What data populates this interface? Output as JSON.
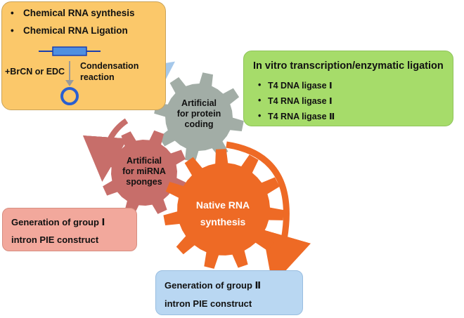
{
  "chemical_box": {
    "bullet": "•",
    "items": [
      "Chemical RNA synthesis",
      "Chemical RNA Ligation"
    ],
    "reagent": "+BrCN or EDC",
    "reaction_line1": "Condensation",
    "reaction_line2": "reaction"
  },
  "vitro_box": {
    "title": "In vitro transcription/enzymatic ligation",
    "bullet": "•",
    "items": [
      "T4 DNA ligase Ⅰ",
      "T4 RNA ligase Ⅰ",
      "T4 RNA ligase Ⅱ"
    ]
  },
  "gears": {
    "protein": [
      "Artificial",
      "for protein",
      "coding"
    ],
    "mirna": [
      "Artificial",
      "for miRNA",
      "sponges"
    ],
    "native": [
      "Native RNA",
      "synthesis"
    ]
  },
  "group1_box": {
    "line1": "Generation of group Ⅰ",
    "line2": "intron PIE construct"
  },
  "group2_box": {
    "line1": "Generation of group Ⅱ",
    "line2": "intron PIE construct"
  },
  "colors": {
    "chem_fill": "#fbc86a",
    "vitro_fill": "#a6dc6a",
    "group1_fill": "#f2a89c",
    "group2_fill": "#b9d7f2",
    "gear_protein": "#a2ada6",
    "gear_mirna": "#c76e6a",
    "gear_native": "#ee6a25",
    "arrow_blue": "#a5c8ea",
    "rna_bar": "#4f8fe0"
  }
}
